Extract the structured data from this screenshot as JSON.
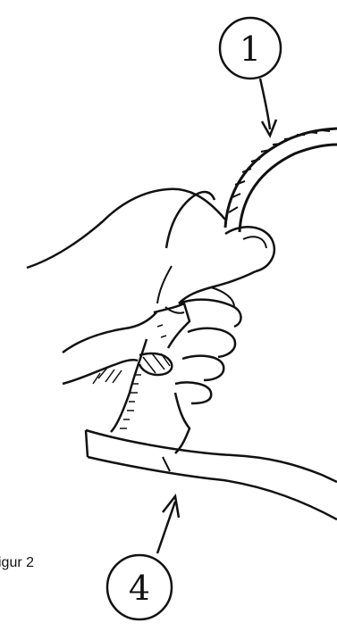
{
  "figure": {
    "caption": "igur 2",
    "callouts": [
      {
        "label": "1",
        "points_to": "rope"
      },
      {
        "label": "4",
        "points_to": "board"
      }
    ]
  }
}
